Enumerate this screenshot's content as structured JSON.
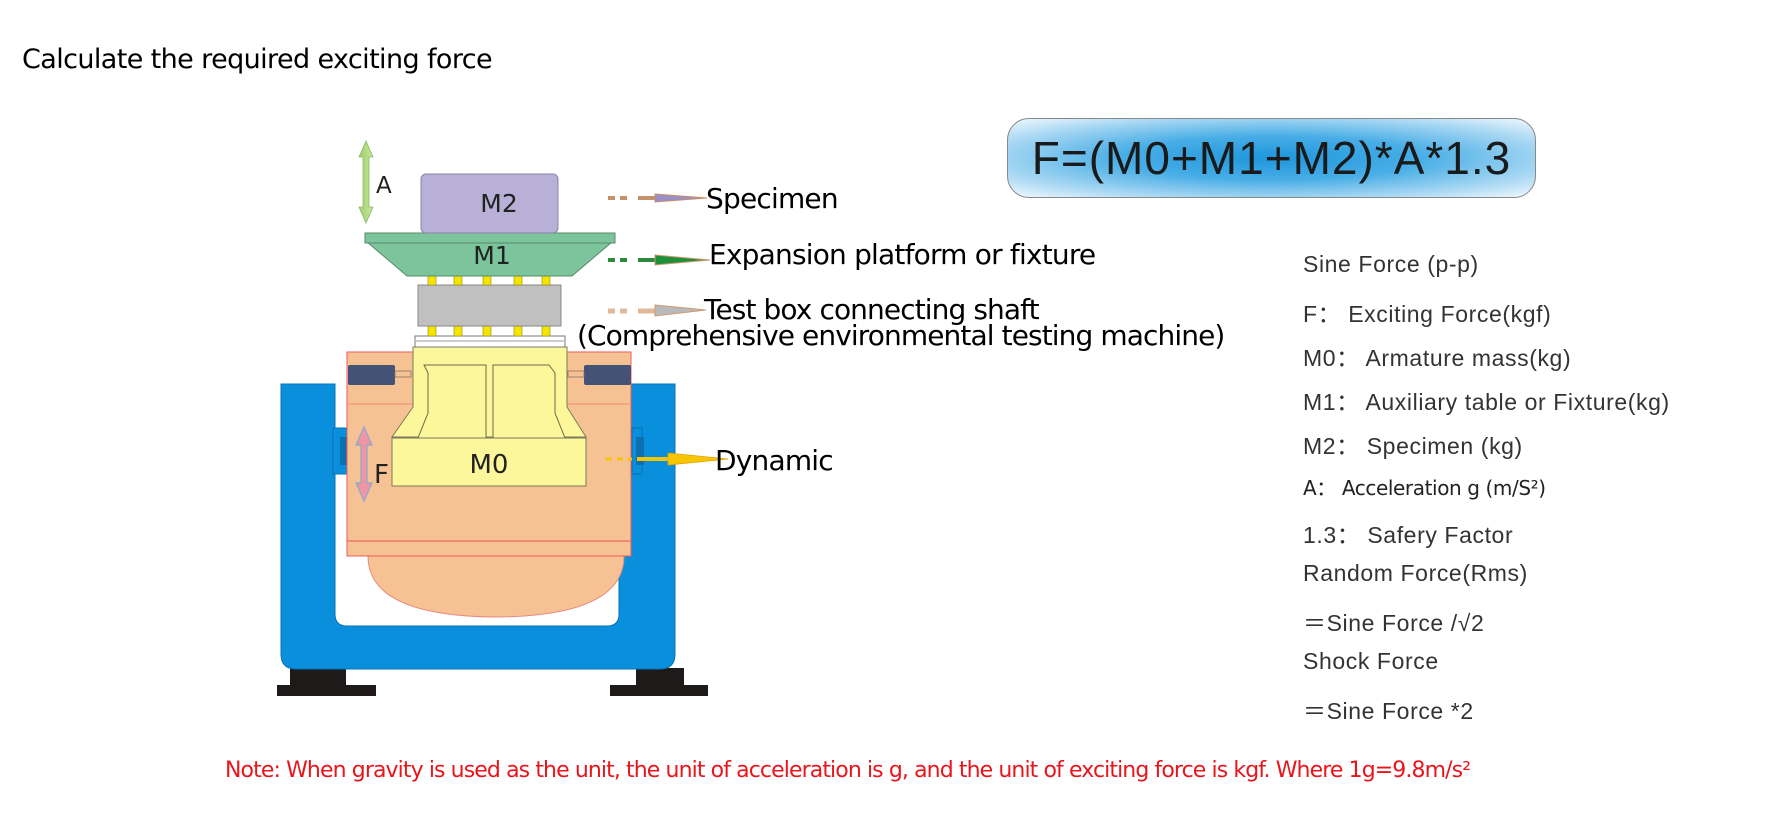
{
  "page": {
    "title": "Calculate the required exciting force"
  },
  "formula": {
    "text": "F=(M0+M1+M2)*A*1.3",
    "gradient_center": "#1e96dc"
  },
  "diagram": {
    "parts": {
      "m2": "M2",
      "m1": "M1",
      "m0": "M0",
      "accel_arrow": "A",
      "force_arrow": "F"
    },
    "callouts": [
      {
        "id": "specimen",
        "label": "Specimen",
        "color": "#9b8fc7"
      },
      {
        "id": "fixture",
        "label": "Expansion platform or fixture",
        "color": "#1f8f3a"
      },
      {
        "id": "shaft",
        "label": "Test box connecting shaft",
        "sublabel": "(Comprehensive environmental testing machine)",
        "color": "#b9b9b9"
      },
      {
        "id": "dynamic",
        "label": "Dynamic",
        "color": "#f7c600"
      }
    ],
    "colors": {
      "frame": "#0a8fdc",
      "cradle": "#f6c293",
      "armature": "#fdf79c",
      "fixture": "#7cc49c",
      "specimen": "#b8b0d6",
      "shaft_box": "#c0c0c0",
      "pins": "#f4e400",
      "feet": "#1d1a19",
      "mount": "#445276"
    }
  },
  "legend": {
    "items": [
      "Sine Force (p-p)",
      "F： Exciting Force(kgf)",
      "M0： Armature mass(kg)",
      "M1： Auxiliary table or Fixture(kg)",
      "M2： Specimen (kg)",
      "A： Acceleration g (m/S²)",
      "1.3： Safery Factor",
      "Random Force(Rms)",
      "＝Sine Force /√2",
      "Shock Force",
      "＝Sine Force *2"
    ]
  },
  "note": {
    "text": "Note: When gravity is used as the unit, the unit of acceleration is g, and the unit of exciting force is kgf. Where 1g=9.8m/s²",
    "color": "#e8161c"
  }
}
